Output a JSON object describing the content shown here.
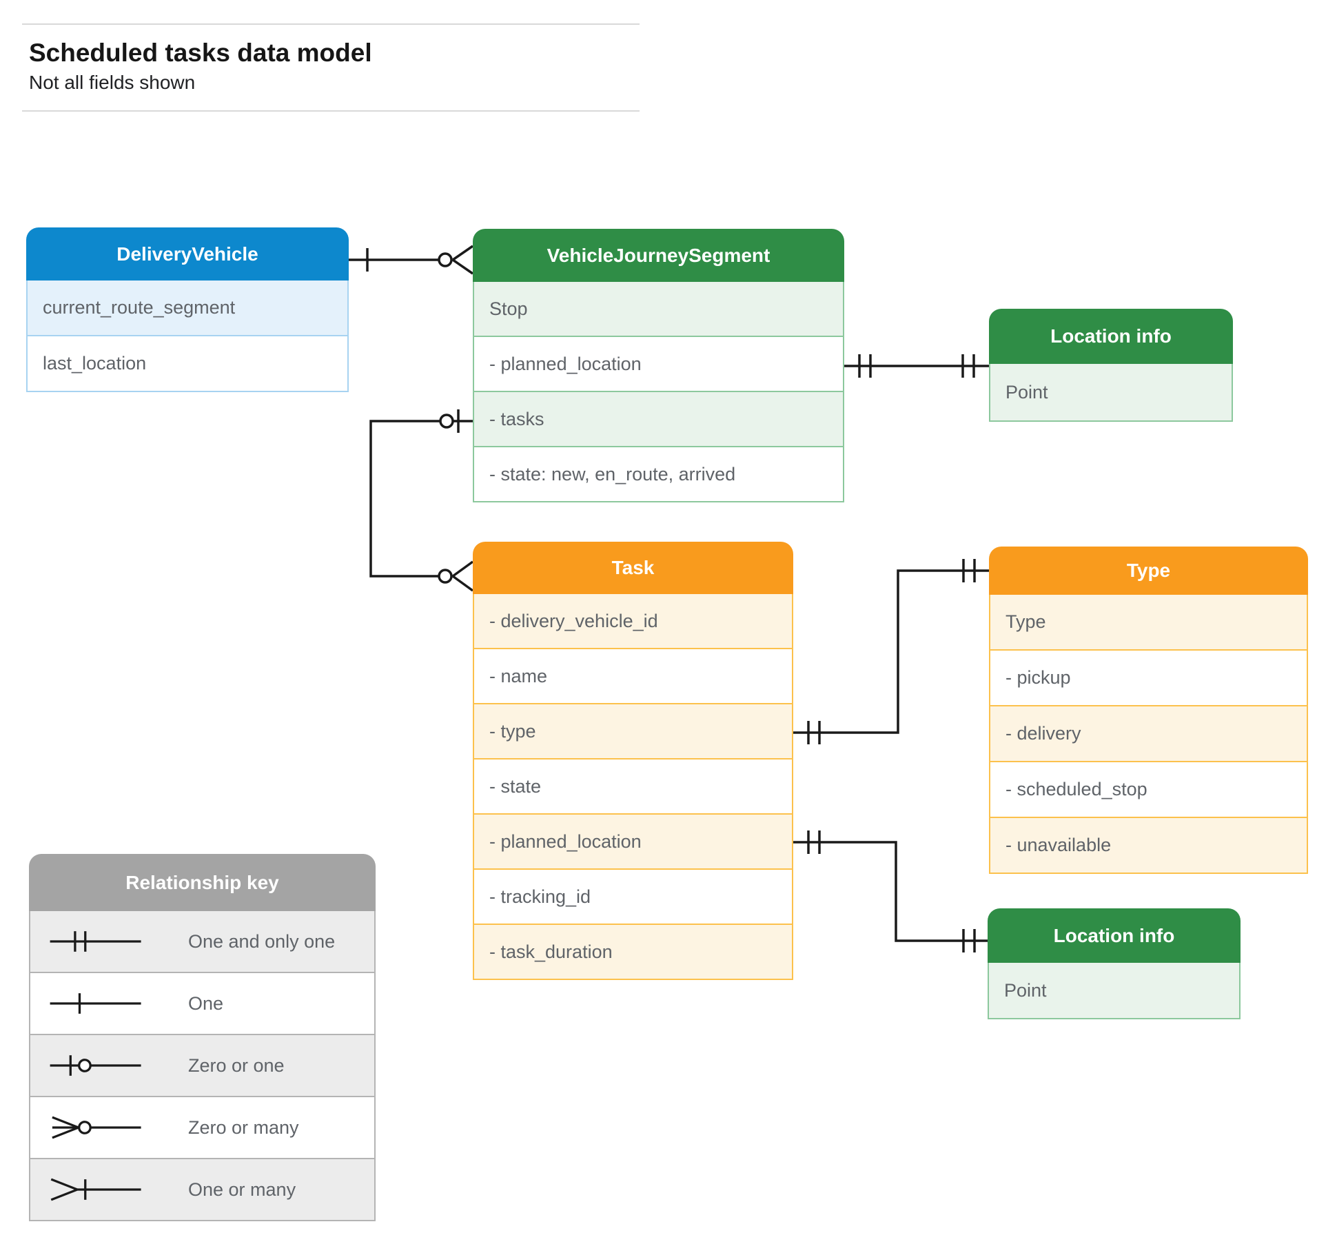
{
  "page": {
    "title": "Scheduled tasks data model",
    "subtitle": "Not all fields shown"
  },
  "colors": {
    "blue_header": "#0d88cd",
    "blue_tint": "#e4f1fb",
    "green_header": "#2f8d46",
    "green_tint": "#e9f3eb",
    "orange_header": "#f99b1d",
    "orange_tint": "#fdf4e2",
    "gray_header": "#a4a4a4",
    "gray_tint": "#ececec",
    "field_text": "#5f6368",
    "connector": "#1a1a1a"
  },
  "entities": {
    "delivery_vehicle": {
      "title": "DeliveryVehicle",
      "fields": [
        "current_route_segment",
        "last_location"
      ]
    },
    "vehicle_journey_segment": {
      "title": "VehicleJourneySegment",
      "fields": [
        "Stop",
        "- planned_location",
        "- tasks",
        "- state: new, en_route, arrived"
      ]
    },
    "location_info_1": {
      "title": "Location info",
      "fields": [
        "Point"
      ]
    },
    "task": {
      "title": "Task",
      "fields": [
        "- delivery_vehicle_id",
        "- name",
        "- type",
        "- state",
        "- planned_location",
        "- tracking_id",
        "- task_duration"
      ]
    },
    "type": {
      "title": "Type",
      "fields": [
        "Type",
        "- pickup",
        "- delivery",
        "- scheduled_stop",
        "- unavailable"
      ]
    },
    "location_info_2": {
      "title": "Location info",
      "fields": [
        "Point"
      ]
    }
  },
  "legend": {
    "title": "Relationship key",
    "items": [
      "One and only one",
      "One",
      "Zero or one",
      "Zero or many",
      "One or many"
    ]
  },
  "relationships": [
    {
      "from": "DeliveryVehicle",
      "to": "VehicleJourneySegment",
      "from_cardinality": "one",
      "to_cardinality": "zero or many"
    },
    {
      "from": "VehicleJourneySegment.tasks",
      "to": "Task",
      "from_cardinality": "zero or one",
      "to_cardinality": "zero or many"
    },
    {
      "from": "VehicleJourneySegment.planned_location",
      "to": "Location info",
      "from_cardinality": "one and only one",
      "to_cardinality": "one and only one"
    },
    {
      "from": "Task.type",
      "to": "Type",
      "from_cardinality": "one and only one",
      "to_cardinality": "one and only one"
    },
    {
      "from": "Task.planned_location",
      "to": "Location info",
      "from_cardinality": "one and only one",
      "to_cardinality": "one and only one"
    }
  ]
}
